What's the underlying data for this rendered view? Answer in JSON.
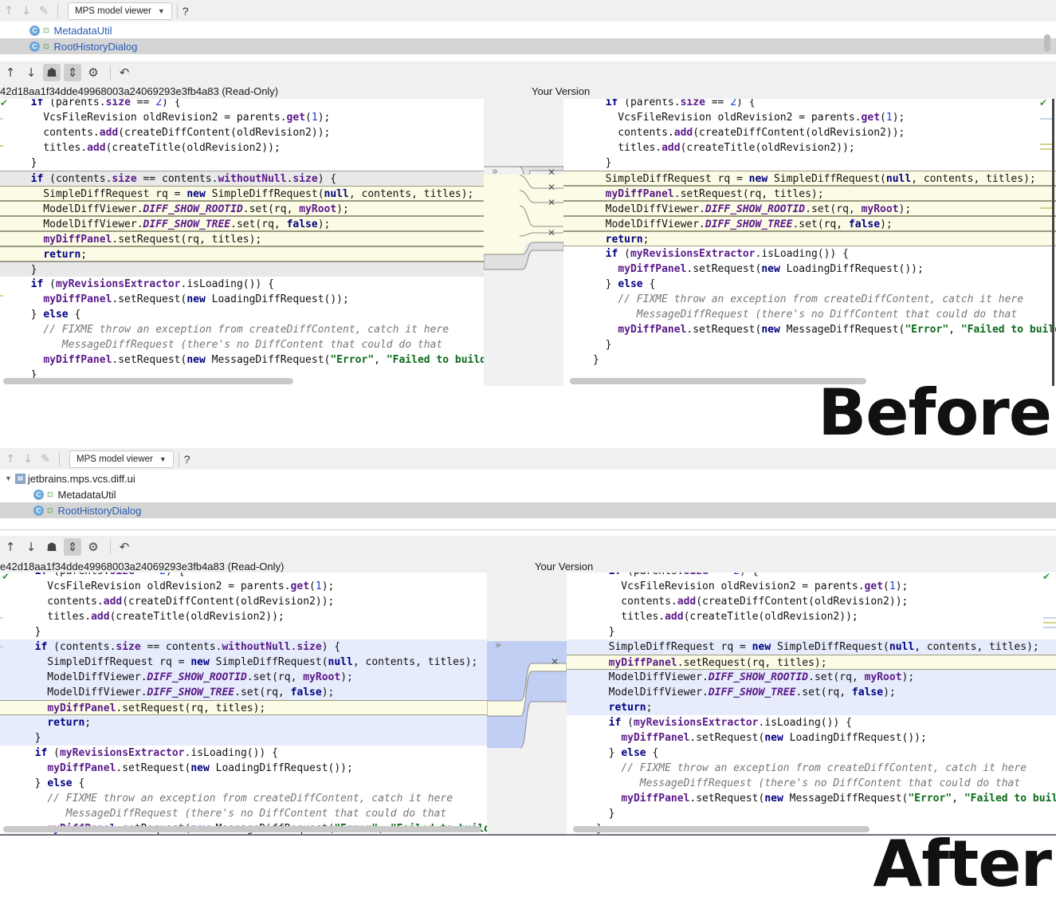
{
  "toolbar": {
    "view_select": "MPS model viewer",
    "help": "?"
  },
  "tree": {
    "root": "jetbrains.mps.vcs.diff.ui",
    "items": [
      {
        "label": "MetadataUtil",
        "badge": "C"
      },
      {
        "label": "RootHistoryDialog",
        "badge": "C"
      }
    ]
  },
  "diff": {
    "left_title": "42d18aa1f34dde49968003a24069293e3fb4a83 (Read-Only)",
    "left_title_after": "e42d18aa1f34dde49968003a24069293e3fb4a83 (Read-Only)",
    "right_title": "Your Version",
    "left_lines": [
      "  if (parents.size == 2) {",
      "    VcsFileRevision oldRevision2 = parents.get(1);",
      "    contents.add(createDiffContent(oldRevision2));",
      "    titles.add(createTitle(oldRevision2));",
      "  }",
      "  if (contents.size == contents.withoutNull.size) {",
      "    SimpleDiffRequest rq = new SimpleDiffRequest(null, contents, titles);",
      "    ModelDiffViewer.DIFF_SHOW_ROOTID.set(rq, myRoot);",
      "    ModelDiffViewer.DIFF_SHOW_TREE.set(rq, false);",
      "    myDiffPanel.setRequest(rq, titles);",
      "    return;",
      "  }",
      "  if (myRevisionsExtractor.isLoading()) {",
      "    myDiffPanel.setRequest(new LoadingDiffRequest());",
      "  } else {",
      "    // FIXME throw an exception from createDiffContent, catch it here",
      "       MessageDiffRequest (there's no DiffContent that could do that",
      "    myDiffPanel.setRequest(new MessageDiffRequest(\"Error\", \"Failed to build",
      "  }"
    ],
    "right_lines": [
      "  if (parents.size == 2) {",
      "    VcsFileRevision oldRevision2 = parents.get(1);",
      "    contents.add(createDiffContent(oldRevision2));",
      "    titles.add(createTitle(oldRevision2));",
      "  }",
      "  SimpleDiffRequest rq = new SimpleDiffRequest(null, contents, titles);",
      "  myDiffPanel.setRequest(rq, titles);",
      "  ModelDiffViewer.DIFF_SHOW_ROOTID.set(rq, myRoot);",
      "  ModelDiffViewer.DIFF_SHOW_TREE.set(rq, false);",
      "  return;",
      "  if (myRevisionsExtractor.isLoading()) {",
      "    myDiffPanel.setRequest(new LoadingDiffRequest());",
      "  } else {",
      "    // FIXME throw an exception from createDiffContent, catch it here",
      "       MessageDiffRequest (there's no DiffContent that could do that",
      "    myDiffPanel.setRequest(new MessageDiffRequest(\"Error\", \"Failed to build",
      "  }",
      "}"
    ]
  },
  "labels": {
    "before": "Before",
    "after": "After"
  }
}
